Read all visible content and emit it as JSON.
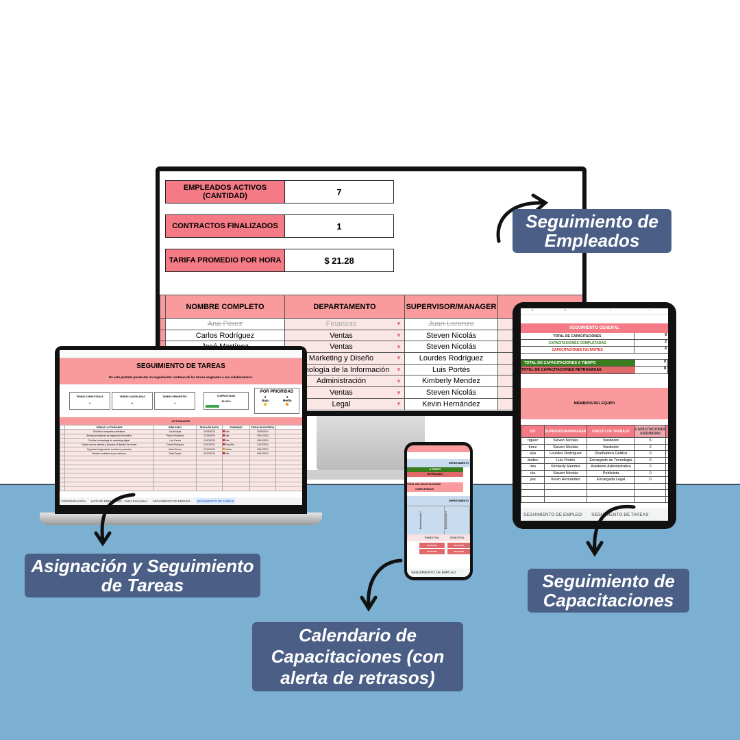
{
  "monitor": {
    "kpis": [
      {
        "label": "EMPLEADOS ACTIVOS (CANTIDAD)",
        "value": "7"
      },
      {
        "label": "CONTRACTOS FINALIZADOS",
        "value": "1"
      },
      {
        "label": "TARIFA PROMEDIO POR HORA",
        "value": "$ 21.28"
      }
    ],
    "headers": [
      "NOMBRE COMPLETO",
      "DEPARTAMENTO",
      "SUPERVISOR/MANAGER"
    ],
    "rows": [
      [
        "Ana Pérez",
        "Finanzas",
        "Juan Lorenzo"
      ],
      [
        "Carlos Rodríguez",
        "Ventas",
        "Steven Nicolás"
      ],
      [
        "José Martínez",
        "Ventas",
        "Steven Nicolás"
      ],
      [
        "",
        "Marketing y Diseño",
        "Lourdes Rodríguez"
      ],
      [
        "",
        "Tecnología de la Información",
        "Luis Portés"
      ],
      [
        "",
        "Administración",
        "Kimberly Mendez"
      ],
      [
        "",
        "Ventas",
        "Steven Nicolás"
      ],
      [
        "",
        "Legal",
        "Kevin Hernández"
      ]
    ]
  },
  "laptop": {
    "title": "SEGUIMIENTO DE TAREAS",
    "subtitle": "En esta pestaña puede dar un seguimiento continuo de las tareas asignadas a sus colaboradores.",
    "stats": [
      {
        "label": "TAREAS COMPLETADAS",
        "value": "2"
      },
      {
        "label": "TAREAS CANCELADAS",
        "value": "0"
      },
      {
        "label": "TAREAS PENDIENTES",
        "value": "4"
      }
    ],
    "completed": {
      "label": "COMPLETADAS",
      "value": "33.33%",
      "fraction": 0.3333
    },
    "priority_label": "POR PRIORIDAD",
    "priority": [
      {
        "label": "Baja",
        "value": "0"
      },
      {
        "label": "Media",
        "value": "1"
      }
    ],
    "section": "ACTIVIDADES",
    "headers": [
      "TAREAS / ACTIVIDADES",
      "EMPLEADO",
      "FECHA DE INICIO",
      "PRIORIDAD",
      "FECHA DE ENTREGA"
    ],
    "rows": [
      [
        "Diseñar la campaña publicitaria.",
        "Laura Mejía",
        "20/09/2024",
        "Alta",
        "30/09/2024"
      ],
      [
        "Actualizar sistemas de seguridad informática.",
        "Pedro Fernández",
        "27/09/2024",
        "Alta",
        "05/10/2024"
      ],
      [
        "Diseñar la estrategia de marketing digital.",
        "Luis García",
        "01/10/2024",
        "Alta",
        "05/10/2024"
      ],
      [
        "Captar nuevos clientes y alcanzar el objetivo de ventas.",
        "Carlos Rodríguez",
        "01/10/2024",
        "Muy Alta",
        "31/10/2024"
      ],
      [
        "Organizar la agenda de reuniones y eventos.",
        "María Torres",
        "01/10/2024",
        "Media",
        "05/10/2024"
      ],
      [
        "Revisar contratos de proveedores.",
        "Sofía Reyes",
        "02/10/2024",
        "Alta",
        "08/10/2024"
      ]
    ],
    "tabs": [
      "CONFIGURACIÓN",
      "LISTA DE EMPLEADOS - Datos Personales",
      "SEGUIMIENTO DE EMPLEO",
      "SEGUIMIENTO DE TAREAS"
    ]
  },
  "tablet": {
    "col_letters": [
      "G",
      "H",
      "I",
      "J"
    ],
    "section": "SEGUIMIENTO GENERAL",
    "summary": [
      {
        "label": "TOTAL DE CAPACITACIONES",
        "value": "8"
      },
      {
        "label": "CAPACITACIONES COMPLETADAS",
        "value": "2"
      },
      {
        "label": "CAPACITACIONES FALTANTES",
        "value": "6"
      }
    ],
    "on_time": {
      "label": "TOTAL DE CAPACITACIONES A TIEMPO",
      "value": "0"
    },
    "late": {
      "label": "TOTAL DE CAPACITACIONES RETRASADAS",
      "value": "8"
    },
    "members_title": "MIEMBROS DEL EQUIPO",
    "headers": [
      "DO",
      "SUPERVISOR/MANAGER",
      "PUESTO DE TRABAJO",
      "CAPACITACIONES ASIGNADAS"
    ],
    "rows": [
      [
        "ríguez",
        "Steven Nicolás",
        "Vendedor",
        "6"
      ],
      [
        "tínez",
        "Steven Nicolás",
        "Vendedor",
        "2"
      ],
      [
        "ejía",
        "Lourdes Rodríguez",
        "Diseñadora Gráfica",
        "0"
      ],
      [
        "ández",
        "Luis Portés",
        "Encargado de Tecnología",
        "0"
      ],
      [
        "rres",
        "Kimberly Mendez",
        "Asistente Administrativa",
        "0"
      ],
      [
        "cía",
        "Steven Nicolás",
        "Publicista",
        "0"
      ],
      [
        "yes",
        "Kevin Hernández",
        "Encargada Legal",
        "0"
      ]
    ],
    "tabs": [
      "SEGUIMIENTO DE EMPLEO",
      "SEGUIMIENTO DE TAREAS"
    ]
  },
  "phone": {
    "dept": "DEPARTAMENTO",
    "on_time": "A TIEMPO",
    "late": "RETRASADO",
    "total": "TOTAL DE CAPACITACIONES",
    "completed": "COMPLETADOS",
    "dept2": "DEPARTAMENTO",
    "trainings": [
      "Entrenamiento 2",
      "Entrenamiento 3"
    ],
    "periods": [
      "TRIMESTRAL",
      "SEMESTRAL"
    ],
    "dates": [
      [
        "10/10/2024",
        "10/10/2024"
      ],
      [
        "09/10/2024",
        "09/10/2024"
      ]
    ],
    "tab": "SEGUIMIENTO DE EMPLEO"
  },
  "labels": {
    "empleados": "Seguimiento de Empleados",
    "tareas": "Asignación y Seguimiento de Tareas",
    "calendario": "Calendario de Capacitaciones (con alerta de retrasos)",
    "capacitaciones": "Seguimiento de Capacitaciones"
  },
  "colors": {
    "pink": "#f99a9c",
    "salmon": "#f47a85",
    "green": "#3a7d1e",
    "floor": "#7bb0d3",
    "label_bg": "#4b5f86"
  }
}
